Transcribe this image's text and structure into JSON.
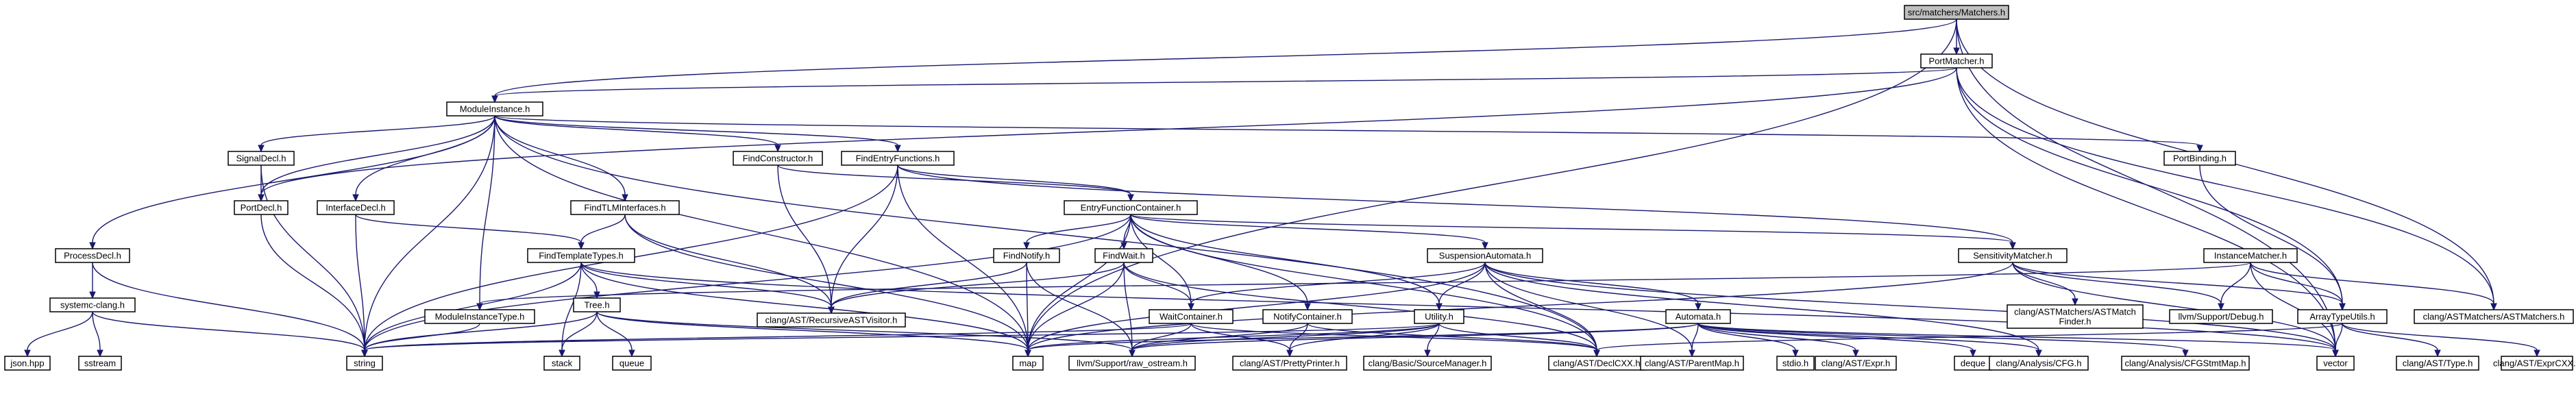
{
  "colors": {
    "root_fill": "#bfbfbf",
    "node_fill": "#ffffff",
    "external_stroke": "#bfbfbf",
    "edge": "#191970"
  },
  "nodes": [
    {
      "id": "matchers",
      "label": "src/matchers/Matchers.h",
      "kind": "root"
    },
    {
      "id": "portmatcher",
      "label": "PortMatcher.h",
      "kind": "internal"
    },
    {
      "id": "moduleinstance",
      "label": "ModuleInstance.h",
      "kind": "internal"
    },
    {
      "id": "signaldecl",
      "label": "SignalDecl.h",
      "kind": "internal"
    },
    {
      "id": "findconstructor",
      "label": "FindConstructor.h",
      "kind": "internal"
    },
    {
      "id": "findentryfunctions",
      "label": "FindEntryFunctions.h",
      "kind": "internal"
    },
    {
      "id": "portbinding",
      "label": "PortBinding.h",
      "kind": "internal"
    },
    {
      "id": "portdecl",
      "label": "PortDecl.h",
      "kind": "internal"
    },
    {
      "id": "interfacedecl",
      "label": "InterfaceDecl.h",
      "kind": "internal"
    },
    {
      "id": "findtlminterfaces",
      "label": "FindTLMInterfaces.h",
      "kind": "internal"
    },
    {
      "id": "entryfunctioncontainer",
      "label": "EntryFunctionContainer.h",
      "kind": "internal"
    },
    {
      "id": "processdecl",
      "label": "ProcessDecl.h",
      "kind": "internal"
    },
    {
      "id": "findtemplatetypes",
      "label": "FindTemplateTypes.h",
      "kind": "internal"
    },
    {
      "id": "findnotify",
      "label": "FindNotify.h",
      "kind": "internal"
    },
    {
      "id": "findwait",
      "label": "FindWait.h",
      "kind": "internal"
    },
    {
      "id": "suspensionautomata",
      "label": "SuspensionAutomata.h",
      "kind": "internal"
    },
    {
      "id": "sensitivitymatcher",
      "label": "SensitivityMatcher.h",
      "kind": "internal"
    },
    {
      "id": "instancematcher",
      "label": "InstanceMatcher.h",
      "kind": "internal"
    },
    {
      "id": "systemcclang",
      "label": "systemc-clang.h",
      "kind": "internal"
    },
    {
      "id": "treeh",
      "label": "Tree.h",
      "kind": "internal"
    },
    {
      "id": "moduleinstancetype",
      "label": "ModuleInstanceType.h",
      "kind": "internal"
    },
    {
      "id": "waitcontainer",
      "label": "WaitContainer.h",
      "kind": "internal"
    },
    {
      "id": "notifycontainer",
      "label": "NotifyContainer.h",
      "kind": "internal"
    },
    {
      "id": "utility",
      "label": "Utility.h",
      "kind": "internal"
    },
    {
      "id": "automata",
      "label": "Automata.h",
      "kind": "internal"
    },
    {
      "id": "arraytypeutils",
      "label": "ArrayTypeUtils.h",
      "kind": "internal"
    },
    {
      "id": "astmatchers",
      "label": "clang/ASTMatchers/ASTMatchers.h",
      "kind": "external"
    },
    {
      "id": "recursivevisitor",
      "label": "clang/AST/RecursiveASTVisitor.h",
      "kind": "external"
    },
    {
      "id": "matchfinder",
      "label": "clang/ASTMatchers/ASTMatch\nFinder.h",
      "kind": "external"
    },
    {
      "id": "debugh",
      "label": "llvm/Support/Debug.h",
      "kind": "external"
    },
    {
      "id": "jsonhpp",
      "label": "json.hpp",
      "kind": "external"
    },
    {
      "id": "sstream",
      "label": "sstream",
      "kind": "external"
    },
    {
      "id": "string",
      "label": "string",
      "kind": "external"
    },
    {
      "id": "stack",
      "label": "stack",
      "kind": "external"
    },
    {
      "id": "queue",
      "label": "queue",
      "kind": "external"
    },
    {
      "id": "map",
      "label": "map",
      "kind": "external"
    },
    {
      "id": "rawostream",
      "label": "llvm/Support/raw_ostream.h",
      "kind": "external"
    },
    {
      "id": "prettyprinter",
      "label": "clang/AST/PrettyPrinter.h",
      "kind": "external"
    },
    {
      "id": "sourcemanager",
      "label": "clang/Basic/SourceManager.h",
      "kind": "external"
    },
    {
      "id": "declcxx",
      "label": "clang/AST/DeclCXX.h",
      "kind": "external"
    },
    {
      "id": "parentmap",
      "label": "clang/AST/ParentMap.h",
      "kind": "external"
    },
    {
      "id": "stdio",
      "label": "stdio.h",
      "kind": "external"
    },
    {
      "id": "exprh",
      "label": "clang/AST/Expr.h",
      "kind": "external"
    },
    {
      "id": "deque",
      "label": "deque",
      "kind": "external"
    },
    {
      "id": "cfgh",
      "label": "clang/Analysis/CFG.h",
      "kind": "external"
    },
    {
      "id": "cfgstmtmap",
      "label": "clang/Analysis/CFGStmtMap.h",
      "kind": "external"
    },
    {
      "id": "vector",
      "label": "vector",
      "kind": "external"
    },
    {
      "id": "typeh",
      "label": "clang/AST/Type.h",
      "kind": "external"
    },
    {
      "id": "exprcxx",
      "label": "clang/AST/ExprCXX.h",
      "kind": "external"
    }
  ],
  "edges": [
    [
      "matchers",
      "portmatcher"
    ],
    [
      "matchers",
      "moduleinstance"
    ],
    [
      "matchers",
      "astmatchers"
    ],
    [
      "matchers",
      "vector"
    ],
    [
      "matchers",
      "map"
    ],
    [
      "portmatcher",
      "moduleinstance"
    ],
    [
      "portmatcher",
      "astmatchers"
    ],
    [
      "portmatcher",
      "arraytypeutils"
    ],
    [
      "portmatcher",
      "vector"
    ],
    [
      "portmatcher",
      "portdecl"
    ],
    [
      "moduleinstance",
      "signaldecl"
    ],
    [
      "moduleinstance",
      "findconstructor"
    ],
    [
      "moduleinstance",
      "findentryfunctions"
    ],
    [
      "moduleinstance",
      "portbinding"
    ],
    [
      "moduleinstance",
      "portdecl"
    ],
    [
      "moduleinstance",
      "interfacedecl"
    ],
    [
      "moduleinstance",
      "findtlminterfaces"
    ],
    [
      "moduleinstance",
      "processdecl"
    ],
    [
      "moduleinstance",
      "moduleinstancetype"
    ],
    [
      "moduleinstance",
      "string"
    ],
    [
      "moduleinstance",
      "map"
    ],
    [
      "moduleinstance",
      "declcxx"
    ],
    [
      "signaldecl",
      "portdecl"
    ],
    [
      "signaldecl",
      "string"
    ],
    [
      "findconstructor",
      "entryfunctioncontainer"
    ],
    [
      "findconstructor",
      "recursivevisitor"
    ],
    [
      "findentryfunctions",
      "entryfunctioncontainer"
    ],
    [
      "findentryfunctions",
      "recursivevisitor"
    ],
    [
      "findentryfunctions",
      "map"
    ],
    [
      "findentryfunctions",
      "sensitivitymatcher"
    ],
    [
      "findentryfunctions",
      "string"
    ],
    [
      "portbinding",
      "arraytypeutils"
    ],
    [
      "portdecl",
      "string"
    ],
    [
      "interfacedecl",
      "findtemplatetypes"
    ],
    [
      "interfacedecl",
      "string"
    ],
    [
      "findtlminterfaces",
      "findtemplatetypes"
    ],
    [
      "findtlminterfaces",
      "recursivevisitor"
    ],
    [
      "findtlminterfaces",
      "map"
    ],
    [
      "entryfunctioncontainer",
      "findnotify"
    ],
    [
      "entryfunctioncontainer",
      "findwait"
    ],
    [
      "entryfunctioncontainer",
      "suspensionautomata"
    ],
    [
      "entryfunctioncontainer",
      "waitcontainer"
    ],
    [
      "entryfunctioncontainer",
      "notifycontainer"
    ],
    [
      "entryfunctioncontainer",
      "utility"
    ],
    [
      "entryfunctioncontainer",
      "sensitivitymatcher"
    ],
    [
      "entryfunctioncontainer",
      "map"
    ],
    [
      "entryfunctioncontainer",
      "string"
    ],
    [
      "entryfunctioncontainer",
      "declcxx"
    ],
    [
      "processdecl",
      "systemcclang"
    ],
    [
      "processdecl",
      "string"
    ],
    [
      "findtemplatetypes",
      "treeh"
    ],
    [
      "findtemplatetypes",
      "recursivevisitor"
    ],
    [
      "findtemplatetypes",
      "string"
    ],
    [
      "findtemplatetypes",
      "stack"
    ],
    [
      "findtemplatetypes",
      "map"
    ],
    [
      "findtemplatetypes",
      "vector"
    ],
    [
      "findnotify",
      "recursivevisitor"
    ],
    [
      "findnotify",
      "map"
    ],
    [
      "findnotify",
      "rawostream"
    ],
    [
      "findwait",
      "waitcontainer"
    ],
    [
      "findwait",
      "recursivevisitor"
    ],
    [
      "findwait",
      "map"
    ],
    [
      "findwait",
      "rawostream"
    ],
    [
      "findwait",
      "declcxx"
    ],
    [
      "suspensionautomata",
      "automata"
    ],
    [
      "suspensionautomata",
      "waitcontainer"
    ],
    [
      "suspensionautomata",
      "utility"
    ],
    [
      "suspensionautomata",
      "declcxx"
    ],
    [
      "suspensionautomata",
      "parentmap"
    ],
    [
      "suspensionautomata",
      "vector"
    ],
    [
      "suspensionautomata",
      "map"
    ],
    [
      "suspensionautomata",
      "cfgh"
    ],
    [
      "sensitivitymatcher",
      "matchfinder"
    ],
    [
      "sensitivitymatcher",
      "debugh"
    ],
    [
      "sensitivitymatcher",
      "arraytypeutils"
    ],
    [
      "sensitivitymatcher",
      "vector"
    ],
    [
      "sensitivitymatcher",
      "map"
    ],
    [
      "instancematcher",
      "arraytypeutils"
    ],
    [
      "instancematcher",
      "astmatchers"
    ],
    [
      "instancematcher",
      "debugh"
    ],
    [
      "instancematcher",
      "vector"
    ],
    [
      "instancematcher",
      "moduleinstancetype"
    ],
    [
      "systemcclang",
      "jsonhpp"
    ],
    [
      "systemcclang",
      "sstream"
    ],
    [
      "systemcclang",
      "string"
    ],
    [
      "treeh",
      "stack"
    ],
    [
      "treeh",
      "queue"
    ],
    [
      "treeh",
      "string"
    ],
    [
      "treeh",
      "map"
    ],
    [
      "treeh",
      "rawostream"
    ],
    [
      "moduleinstancetype",
      "string"
    ],
    [
      "waitcontainer",
      "rawostream"
    ],
    [
      "waitcontainer",
      "prettyprinter"
    ],
    [
      "waitcontainer",
      "declcxx"
    ],
    [
      "waitcontainer",
      "string"
    ],
    [
      "notifycontainer",
      "rawostream"
    ],
    [
      "notifycontainer",
      "prettyprinter"
    ],
    [
      "notifycontainer",
      "declcxx"
    ],
    [
      "utility",
      "rawostream"
    ],
    [
      "utility",
      "prettyprinter"
    ],
    [
      "utility",
      "sourcemanager"
    ],
    [
      "utility",
      "declcxx"
    ],
    [
      "utility",
      "map"
    ],
    [
      "utility",
      "string"
    ],
    [
      "automata",
      "stdio"
    ],
    [
      "automata",
      "exprh"
    ],
    [
      "automata",
      "deque"
    ],
    [
      "automata",
      "cfgh"
    ],
    [
      "automata",
      "cfgstmtmap"
    ],
    [
      "automata",
      "parentmap"
    ],
    [
      "automata",
      "vector"
    ],
    [
      "automata",
      "map"
    ],
    [
      "automata",
      "rawostream"
    ],
    [
      "arraytypeutils",
      "typeh"
    ],
    [
      "arraytypeutils",
      "exprcxx"
    ],
    [
      "arraytypeutils",
      "vector"
    ],
    [
      "arraytypeutils",
      "declcxx"
    ]
  ]
}
